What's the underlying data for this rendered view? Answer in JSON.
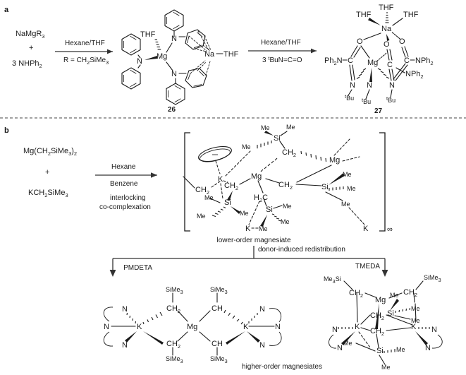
{
  "figure": {
    "panels": [
      {
        "id": "a",
        "label": "a"
      },
      {
        "id": "b",
        "label": "b"
      }
    ]
  },
  "panel_a": {
    "label": "a",
    "reactants": {
      "line1": "NaMgR",
      "line1_sub": "3",
      "plus": "+",
      "line2_coef": "3 ",
      "line2": "NHPh",
      "line2_sub": "2"
    },
    "arrow1": {
      "above": "Hexane/THF",
      "below_pre": "R = CH",
      "below_sub1": "2",
      "below_mid": "SiMe",
      "below_sub2": "3"
    },
    "arrow2": {
      "above": "Hexane/THF",
      "below_coef": "3 ",
      "below_sup": "t",
      "below_rest": "BuN=C=O"
    },
    "structure_26": {
      "number": "26",
      "atoms": [
        "THF",
        "Mg",
        "N",
        "N",
        "N",
        "Na",
        "THF"
      ],
      "labels": {
        "thf": "THF",
        "mg": "Mg",
        "n": "N",
        "na": "Na"
      }
    },
    "structure_27": {
      "number": "27",
      "labels": {
        "thf": "THF",
        "na": "Na",
        "mg": "Mg",
        "o": "O",
        "c": "C",
        "n": "N",
        "nph2_pre": "NPh",
        "nph2_sub": "2",
        "ph2n_pre": "Ph",
        "ph2n_sub": "2",
        "ph2n_post": "N",
        "tbu_sup": "t",
        "tbu_rest": "Bu"
      }
    }
  },
  "panel_b": {
    "label": "b",
    "reactants": {
      "line1_pre": "Mg(CH",
      "line1_sub1": "2",
      "line1_mid": "SiMe",
      "line1_sub2": "3",
      "line1_post": ")",
      "line1_sub3": "2",
      "plus": "+",
      "line2_pre": "KCH",
      "line2_sub1": "2",
      "line2_mid": "SiMe",
      "line2_sub2": "3"
    },
    "arrow": {
      "above": "Hexane",
      "below": "Benzene",
      "caption_line1": "interlocking",
      "caption_line2": "co-complexation"
    },
    "polymer": {
      "caption": "lower-order magnesiate",
      "infinity": "∞",
      "labels": {
        "me": "Me",
        "si": "Si",
        "ch2": "CH",
        "ch2_sub": "2",
        "h2c_pre": "H",
        "h2c_sub": "2",
        "h2c_post": "C",
        "mg": "Mg",
        "k": "K"
      }
    },
    "redistribution_label": "donor-induced redistribution",
    "branch_left": {
      "donor": "PMDETA"
    },
    "branch_right": {
      "donor": "TMEDA"
    },
    "product_left": {
      "labels": {
        "sime3_pre": "SiMe",
        "sime3_sub": "3",
        "ch2_pre": "CH",
        "ch2_sub": "2",
        "ch": "CH",
        "k": "K",
        "mg": "Mg",
        "n": "N"
      }
    },
    "product_right": {
      "labels": {
        "me3si_pre": "Me",
        "me3si_sub": "3",
        "me3si_post": "Si",
        "sime3_pre": "SiMe",
        "sime3_sub": "3",
        "ch2_pre": "CH",
        "ch2_sub": "2",
        "mg": "Mg",
        "k": "K",
        "n": "N",
        "si": "Si",
        "me": "Me"
      }
    },
    "products_caption": "higher-order magnesiates"
  }
}
